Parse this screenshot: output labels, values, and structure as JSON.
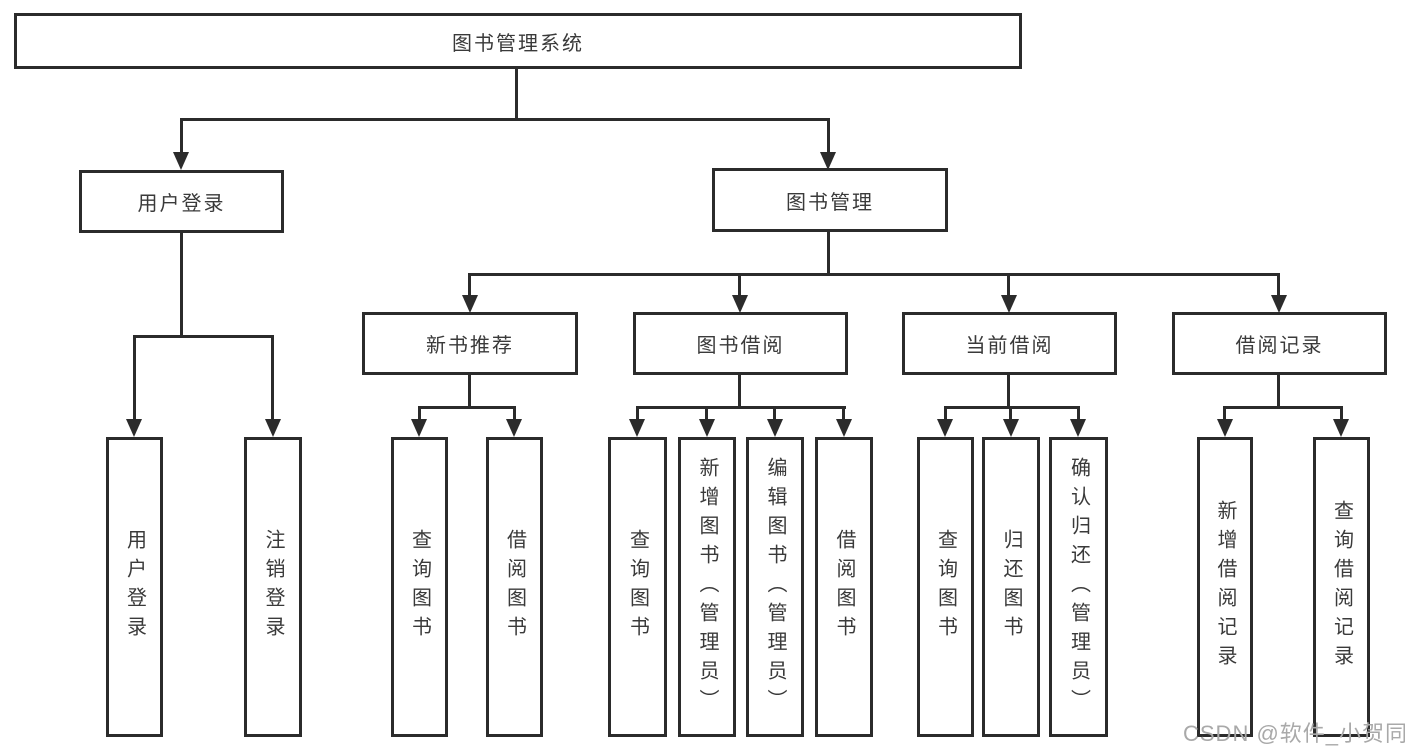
{
  "diagram": {
    "title": "图书管理系统",
    "level2": {
      "user_login": "用户登录",
      "book_mgmt": "图书管理"
    },
    "level3": {
      "new_book_rec": "新书推荐",
      "book_borrow": "图书借阅",
      "current_borrow": "当前借阅",
      "borrow_record": "借阅记录"
    },
    "leaves": {
      "user_login": "用户登录",
      "logout": "注销登录",
      "rec_query": "查询图书",
      "rec_borrow": "借阅图书",
      "bb_query": "查询图书",
      "bb_add": "新增图书（管理员）",
      "bb_edit": "编辑图书（管理员）",
      "bb_borrow": "借阅图书",
      "cb_query": "查询图书",
      "cb_return": "归还图书",
      "cb_confirm": "确认归还（管理员）",
      "br_add": "新增借阅记录",
      "br_query": "查询借阅记录"
    }
  },
  "watermark": "CSDN @软件_小贺同学",
  "colors": {
    "line": "#2b2b2b",
    "text": "#3a3a3a",
    "watermark": "#a9a9a9",
    "background": "#ffffff"
  }
}
